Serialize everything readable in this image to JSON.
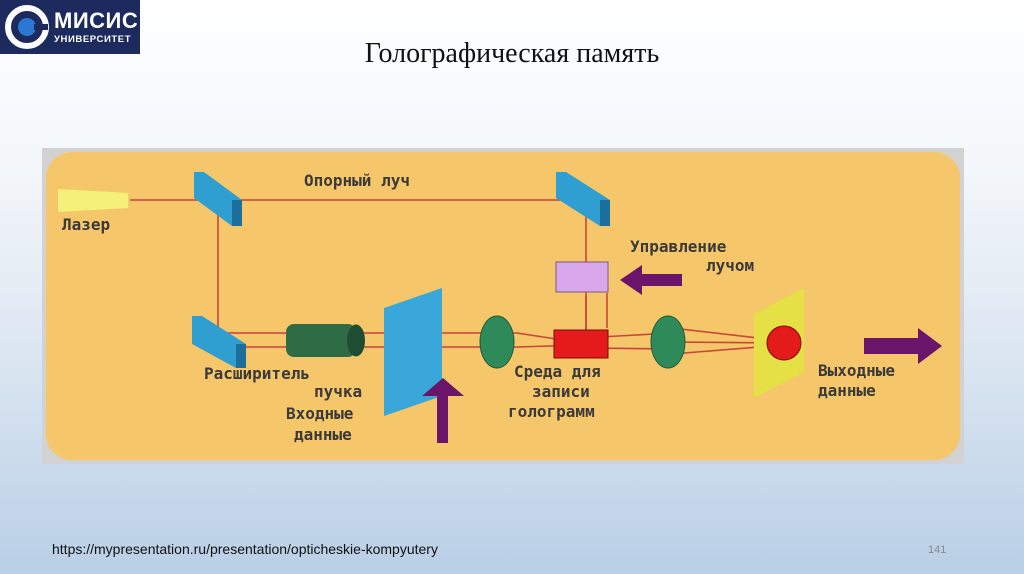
{
  "logo": {
    "name": "МИСИС",
    "subtitle": "УНИВЕРСИТЕТ"
  },
  "slide": {
    "title": "Голографическая память",
    "page_number": "141"
  },
  "footer": {
    "url": "https://mypresentation.ru/presentation/opticheskie-kompyutery"
  },
  "diagram": {
    "labels": {
      "reference_beam": "Опорный луч",
      "laser": "Лазер",
      "beam_control_1": "Управление",
      "beam_control_2": "лучом",
      "expander_1": "Расширитель",
      "expander_2": "пучка",
      "input_1": "Входные",
      "input_2": "данные",
      "medium_1": "Среда для",
      "medium_2": "записи",
      "medium_3": "голограмм",
      "output_1": "Выходные",
      "output_2": "данные"
    },
    "colors": {
      "background": "#f5c66a",
      "beam": "#c8453a",
      "mirror": "#2e9fd0",
      "laser": "#f4f07a",
      "expander": "#2f6b45",
      "spatial_modulator": "#3aa7da",
      "lens": "#2f8a5a",
      "beam_controller": "#d9a8ea",
      "recording_medium": "#e31b1b",
      "detector": "#e4e046",
      "detector_spot": "#e31b1b",
      "arrow": "#6a146a"
    }
  }
}
